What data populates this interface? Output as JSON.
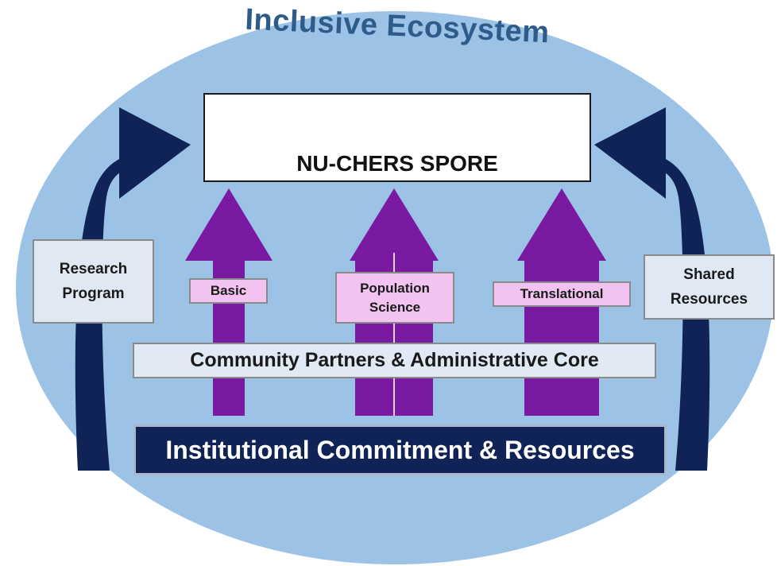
{
  "ecosystem": {
    "title": "Inclusive Ecosystem",
    "oval_color": "#9cc2e5"
  },
  "goal": {
    "title": "NU-CHERS SPORE",
    "people_icons": [
      "person-icon",
      "person-icon",
      "person-icon",
      "wheelchair-user-icon",
      "person-icon",
      "person-icon",
      "person-icon",
      "person-icon",
      "wheelchair-user-icon",
      "person-icon",
      "person-icon",
      "wheelchair-user-icon",
      "person-icon",
      "person-icon"
    ],
    "people_colors": [
      "#2b6cb0",
      "#e07b39",
      "#5aa02c",
      "#e6a817",
      "#e0707a",
      "#777777",
      "#d9a400",
      "#4fc3c7",
      "#5aa02c",
      "#2b6cb0",
      "#5aa02c",
      "#e07b39",
      "#d97fd0",
      "#e6a817"
    ]
  },
  "side_boxes": {
    "left": {
      "line1": "Research",
      "line2": "Program"
    },
    "right": {
      "line1": "Shared",
      "line2": "Resources"
    }
  },
  "pillars": [
    {
      "line1": "Basic",
      "line2": ""
    },
    {
      "line1": "Population",
      "line2": "Science"
    },
    {
      "line1": "Translational",
      "line2": ""
    }
  ],
  "community_bar": "Community Partners & Administrative Core",
  "base_bar": "Institutional Commitment & Resources",
  "colors": {
    "arrow_purple": "#7a1aa3",
    "arrow_navy": "#0f2356",
    "label_pink": "#f2c3f1",
    "box_light": "#dfe8f3"
  }
}
